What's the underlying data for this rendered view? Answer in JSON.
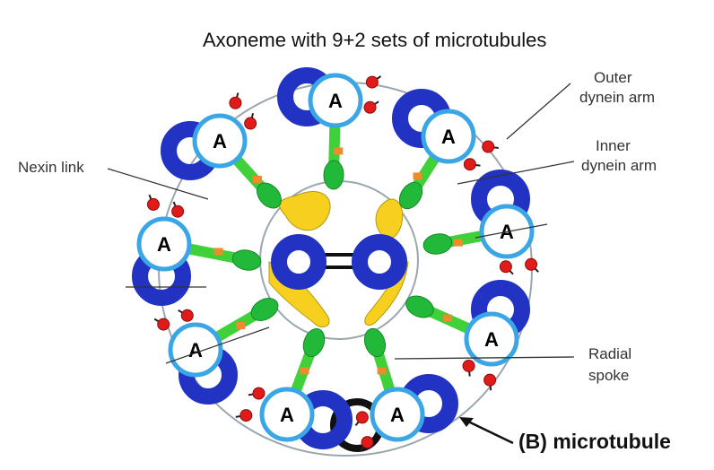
{
  "title": "Axoneme with 9+2 sets of microtubules",
  "labels": {
    "outer_dynein_line1": "Outer",
    "outer_dynein_line2": "dynein arm",
    "inner_dynein_line1": "Inner",
    "inner_dynein_line2": "dynein arm",
    "nexin_link": "Nexin link",
    "radial_spoke_line1": "Radial",
    "radial_spoke_line2": "spoke",
    "b_microtubule": "(B) microtubule"
  },
  "a_tubule_label": "A",
  "colors": {
    "tubule_blue": "#2233c4",
    "a_ring": "#3aa6e6",
    "spoke_green": "#3fd03a",
    "head_green": "#22b83a",
    "yellow": "#f6cf1f",
    "dynein_red": "#e11a1a",
    "link_orange": "#f08a2a"
  }
}
